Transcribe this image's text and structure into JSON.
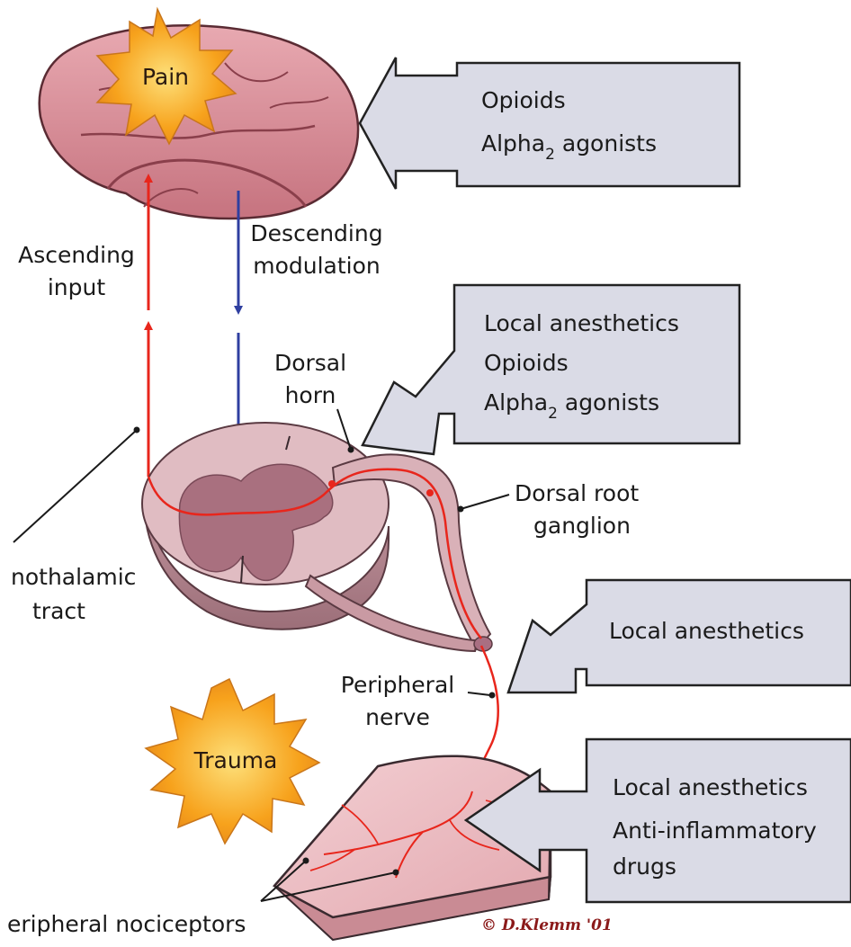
{
  "colors": {
    "box_fill": "#dadbe6",
    "box_stroke": "#222222",
    "brain": "#d98f99",
    "tissue": "#e3b2b8",
    "cord": "#c99aa3",
    "grey_matter": "#a96f82",
    "ascending": "#e8261c",
    "descending": "#2f3fa0",
    "burst": "#f7a21c",
    "burst_center": "#fde07a"
  },
  "bursts": {
    "pain": "Pain",
    "trauma": "Trauma"
  },
  "labels": {
    "ascending": [
      "Ascending",
      "input"
    ],
    "descending": [
      "Descending",
      "modulation"
    ],
    "dorsal_horn": [
      "Dorsal",
      "horn"
    ],
    "dorsal_root": [
      "Dorsal root",
      "ganglion"
    ],
    "spinothalamic": [
      "nothalamic",
      "tract"
    ],
    "peripheral_nerve": [
      "Peripheral",
      "nerve"
    ],
    "nociceptors": "eripheral nociceptors",
    "credit": "© D.Klemm '01"
  },
  "boxes": {
    "brain": {
      "line1": "Opioids",
      "line2_prefix": "Alpha",
      "line2_sub": "2",
      "line2_suffix": " agonists"
    },
    "spinal": {
      "line1": "Local anesthetics",
      "line2": "Opioids",
      "line3_prefix": "Alpha",
      "line3_sub": "2",
      "line3_suffix": " agonists"
    },
    "nerve": {
      "line1": "Local anesthetics"
    },
    "periphery": {
      "line1": "Local anesthetics",
      "line2": "Anti-inflammatory",
      "line3": "drugs"
    }
  }
}
